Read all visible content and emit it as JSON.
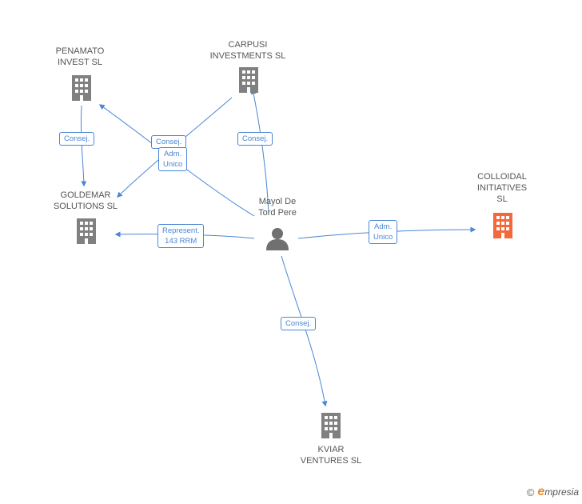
{
  "colors": {
    "edge": "#4a86d6",
    "company_icon": "#808080",
    "highlight_company_icon": "#f4683a",
    "person_icon": "#707070",
    "label_text": "#555555"
  },
  "nodes": {
    "penamato": {
      "lines": [
        "PENAMATO",
        "INVEST SL"
      ],
      "icon": "building-icon"
    },
    "carpusi": {
      "lines": [
        "CARPUSI",
        "INVESTMENTS SL"
      ],
      "icon": "building-icon"
    },
    "goldemar": {
      "lines": [
        "GOLDEMAR",
        "SOLUTIONS SL"
      ],
      "icon": "building-icon"
    },
    "colloidal": {
      "lines": [
        "COLLOIDAL",
        "INITIATIVES",
        "SL"
      ],
      "icon": "building-icon"
    },
    "kviar": {
      "lines": [
        "KVIAR",
        "VENTURES SL"
      ],
      "icon": "building-icon"
    },
    "person": {
      "lines": [
        "Mayol De",
        "Tord Pere"
      ],
      "icon": "person-icon"
    }
  },
  "edges": {
    "consej_penamato_goldemar": "Consej.",
    "consej_top": "Consej.",
    "adm_unico_top": [
      "Adm.",
      "Unico"
    ],
    "consej_carpusi": "Consej.",
    "represent": [
      "Represent.",
      "143 RRM"
    ],
    "adm_unico_colloidal": [
      "Adm.",
      "Unico"
    ],
    "consej_kviar": "Consej."
  },
  "brand": {
    "copyright": "©",
    "name_first": "e",
    "name_rest": "mpresia"
  }
}
